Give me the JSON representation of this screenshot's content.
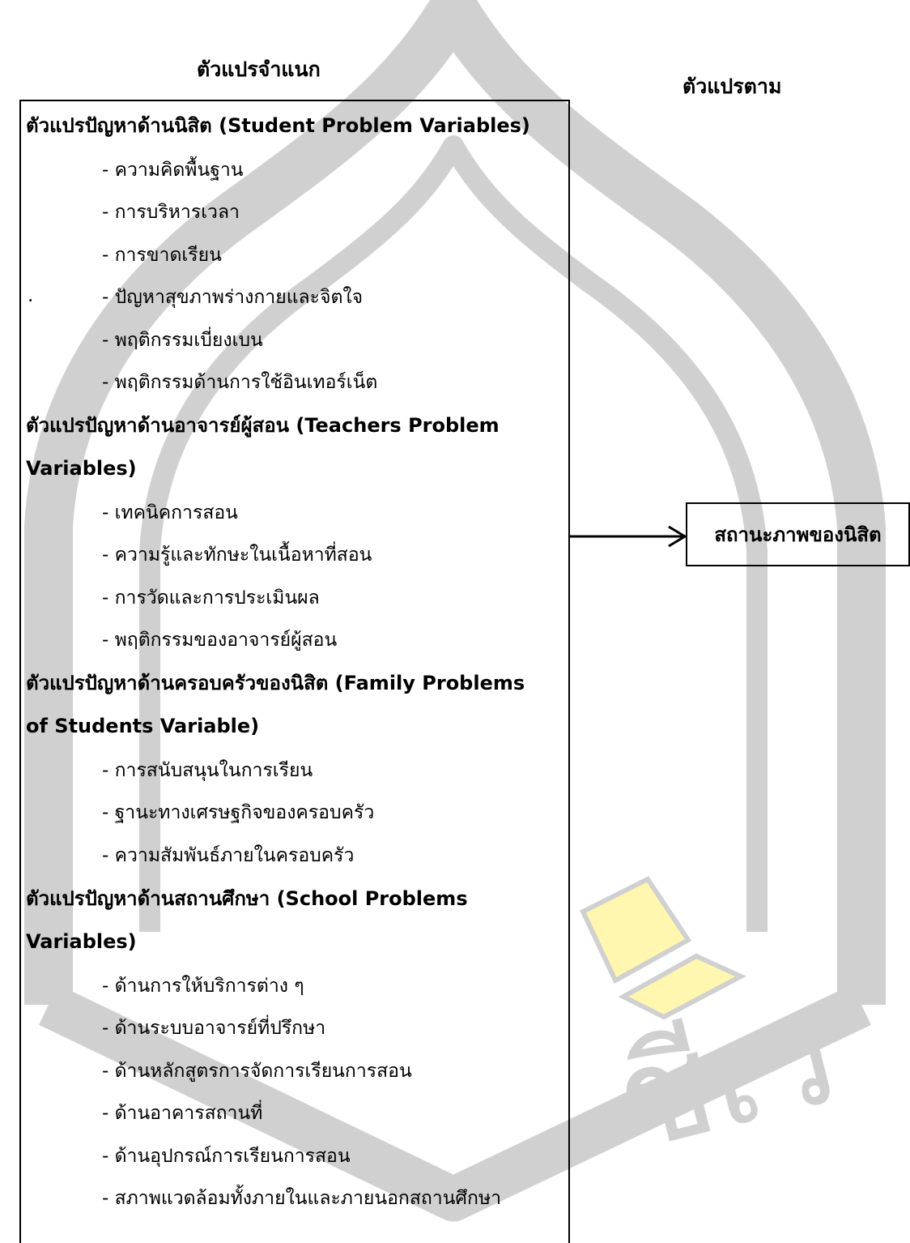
{
  "headings": {
    "independent": "ตัวแปรจำแนก",
    "dependent": "ตัวแปรตาม"
  },
  "groups": [
    {
      "title_lines": [
        "ตัวแปรปัญหาด้านนิสิต (Student Problem Variables)"
      ],
      "items": [
        "- ความคิดพื้นฐาน",
        "- การบริหารเวลา",
        "- การขาดเรียน",
        "- ปัญหาสุขภาพร่างกายและจิตใจ",
        "- พฤติกรรมเบี่ยงเบน",
        "- พฤติกรรมด้านการใช้อินเทอร์เน็ต"
      ]
    },
    {
      "title_lines": [
        "ตัวแปรปัญหาด้านอาจารย์ผู้สอน (Teachers Problem",
        "Variables)"
      ],
      "items": [
        "- เทคนิคการสอน",
        "- ความรู้และทักษะในเนื้อหาที่สอน",
        "- การวัดและการประเมินผล",
        "- พฤติกรรมของอาจารย์ผู้สอน"
      ]
    },
    {
      "title_lines": [
        "ตัวแปรปัญหาด้านครอบครัวของนิสิต  (Family Problems",
        "of Students Variable)"
      ],
      "items": [
        "- การสนับสนุนในการเรียน",
        "- ฐานะทางเศรษฐกิจของครอบครัว",
        "- ความสัมพันธ์ภายในครอบครัว"
      ]
    },
    {
      "title_lines": [
        "ตัวแปรปัญหาด้านสถานศึกษา  (School Problems",
        "Variables)"
      ],
      "items": [
        "- ด้านการให้บริการต่าง ๆ",
        "- ด้านระบบอาจารย์ที่ปรึกษา",
        "- ด้านหลักสูตรการจัดการเรียนการสอน",
        "- ด้านอาคารสถานที่",
        "- ด้านอุปกรณ์การเรียนการสอน",
        "- สภาพแวดล้อมทั้งภายในและภายนอกสถานศึกษา"
      ]
    }
  ],
  "stray_mark": ".",
  "dependent_box": {
    "label": "สถานะภาพของนิสิต"
  },
  "watermark": {
    "text": "ชีเว",
    "color_gray": "#c8c8c8",
    "color_yellow": "#fff6b0"
  }
}
